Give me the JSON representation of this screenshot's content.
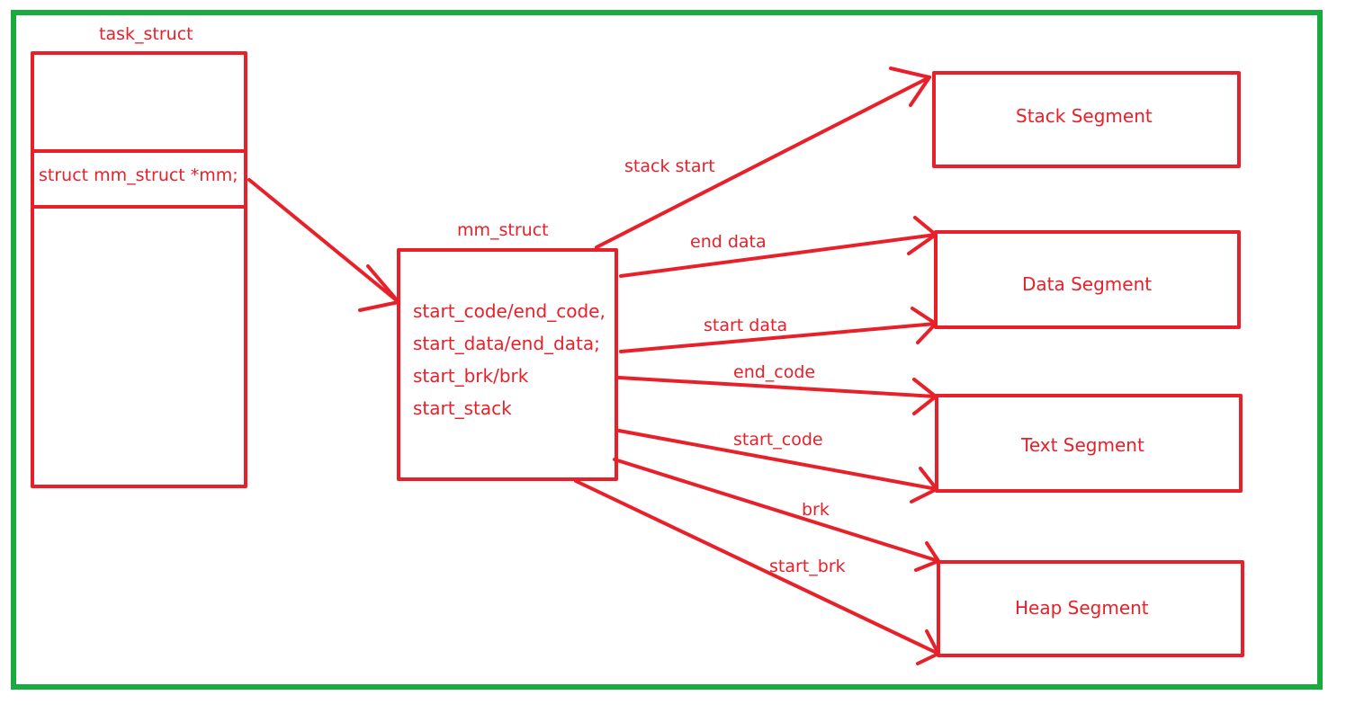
{
  "colors": {
    "frame": "#1aab3f",
    "ink": "#e8202a",
    "background": "#ffffff"
  },
  "task_struct": {
    "title": "task_struct",
    "field": "struct mm_struct  *mm;"
  },
  "mm_struct": {
    "title": "mm_struct",
    "fields": [
      "start_code/end_code,",
      "start_data/end_data;",
      "start_brk/brk",
      "start_stack"
    ]
  },
  "segments": {
    "stack": "Stack Segment",
    "data": "Data Segment",
    "text": "Text Segment",
    "heap": "Heap Segment"
  },
  "edges": {
    "stack_start": "stack  start",
    "end_data": "end  data",
    "start_data": "start  data",
    "end_code": "end_code",
    "start_code": "start_code",
    "brk": "brk",
    "start_brk": "start_brk"
  }
}
